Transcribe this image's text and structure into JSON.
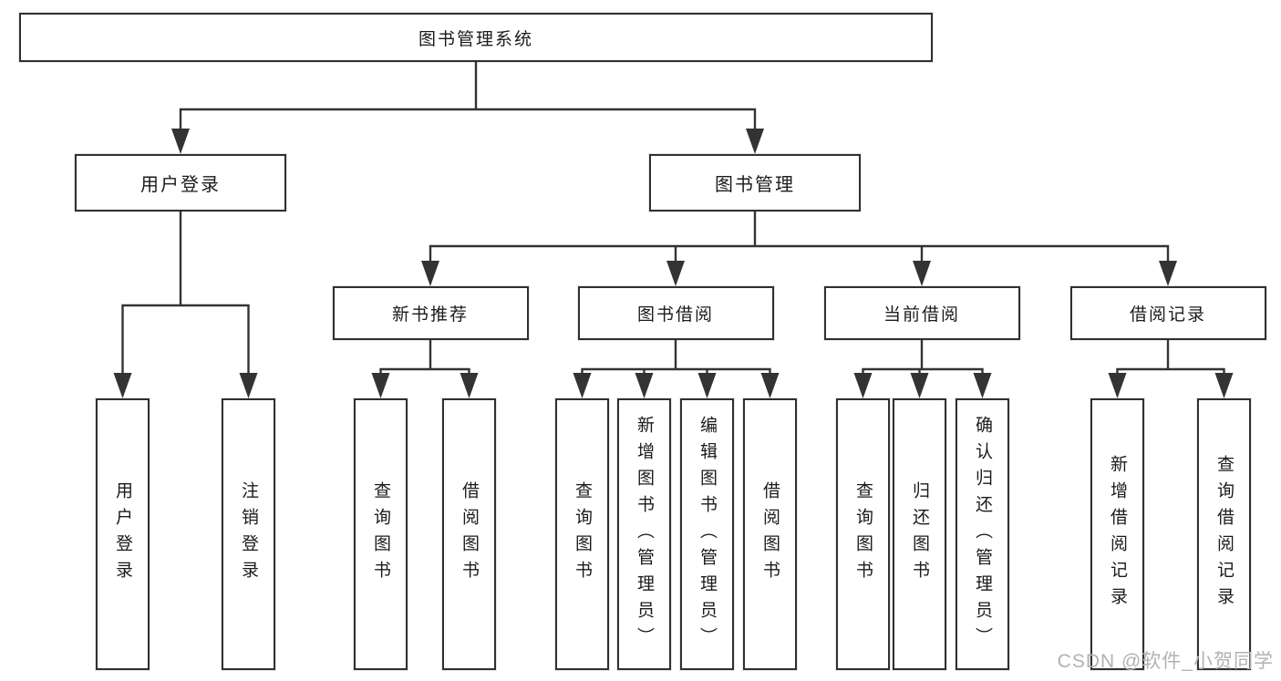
{
  "title": "图书管理系统",
  "colors": {
    "line": "#333333",
    "box_border": "#303030",
    "text": "#1b1b1b",
    "background": "#ffffff",
    "watermark": "#b2b2b2"
  },
  "nodes": {
    "root": {
      "label": "图书管理系统"
    },
    "level2": [
      {
        "label": "用户登录"
      },
      {
        "label": "图书管理"
      }
    ],
    "level3": [
      {
        "label": "新书推荐",
        "parent": "图书管理"
      },
      {
        "label": "图书借阅",
        "parent": "图书管理"
      },
      {
        "label": "当前借阅",
        "parent": "图书管理"
      },
      {
        "label": "借阅记录",
        "parent": "图书管理"
      }
    ],
    "leaves": [
      {
        "label": "用户登录",
        "parent": "用户登录"
      },
      {
        "label": "注销登录",
        "parent": "用户登录"
      },
      {
        "label": "查询图书",
        "parent": "新书推荐"
      },
      {
        "label": "借阅图书",
        "parent": "新书推荐"
      },
      {
        "label": "查询图书",
        "parent": "图书借阅"
      },
      {
        "label": "新增图书（管理员）",
        "parent": "图书借阅"
      },
      {
        "label": "编辑图书（管理员）",
        "parent": "图书借阅"
      },
      {
        "label": "借阅图书",
        "parent": "图书借阅"
      },
      {
        "label": "查询图书",
        "parent": "当前借阅"
      },
      {
        "label": "归还图书",
        "parent": "当前借阅"
      },
      {
        "label": "确认归还（管理员）",
        "parent": "当前借阅"
      },
      {
        "label": "新增借阅记录",
        "parent": "借阅记录"
      },
      {
        "label": "查询借阅记录",
        "parent": "借阅记录"
      }
    ]
  },
  "watermark": {
    "text": "CSDN @软件_小贺同学"
  }
}
